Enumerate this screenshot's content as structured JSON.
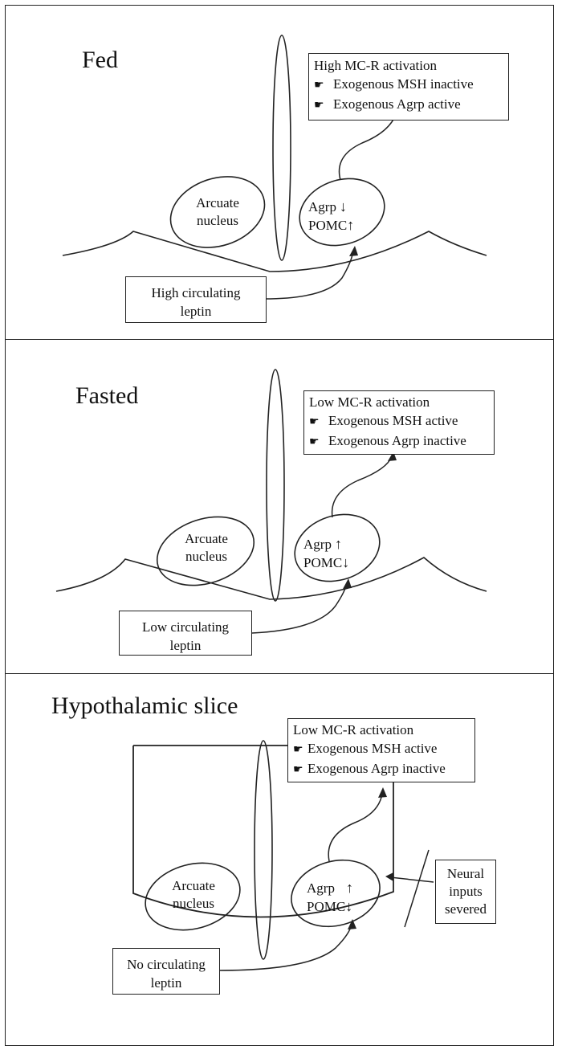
{
  "panels": [
    {
      "title": "Fed",
      "info_heading": "High MC-R activation",
      "info_lines": [
        "Exogenous MSH inactive",
        "Exogenous Agrp active"
      ],
      "nucleus": [
        "Arcuate",
        "nucleus"
      ],
      "agrp": "Agrp",
      "agrp_arrow": "↓",
      "pomc": "POMC",
      "pomc_arrow": "↑",
      "leptin": [
        "High circulating",
        "leptin"
      ]
    },
    {
      "title": "Fasted",
      "info_heading": "Low MC-R activation",
      "info_lines": [
        "Exogenous MSH active",
        "Exogenous Agrp inactive"
      ],
      "nucleus": [
        "Arcuate",
        "nucleus"
      ],
      "agrp": "Agrp",
      "agrp_arrow": "↑",
      "pomc": "POMC",
      "pomc_arrow": "↓",
      "leptin": [
        "Low circulating",
        "leptin"
      ]
    },
    {
      "title": "Hypothalamic slice",
      "info_heading": "Low MC-R activation",
      "info_lines": [
        "Exogenous MSH active",
        "Exogenous Agrp inactive"
      ],
      "nucleus": [
        "Arcuate",
        "nucleus"
      ],
      "agrp": "Agrp",
      "agrp_arrow": "↑",
      "pomc": "POMC",
      "pomc_arrow": "↓",
      "leptin": [
        "No circulating",
        "leptin"
      ],
      "neural": [
        "Neural",
        "inputs",
        "severed"
      ]
    }
  ],
  "bullet_icon": "pointing-hand-icon",
  "bullet_glyph": "☛"
}
